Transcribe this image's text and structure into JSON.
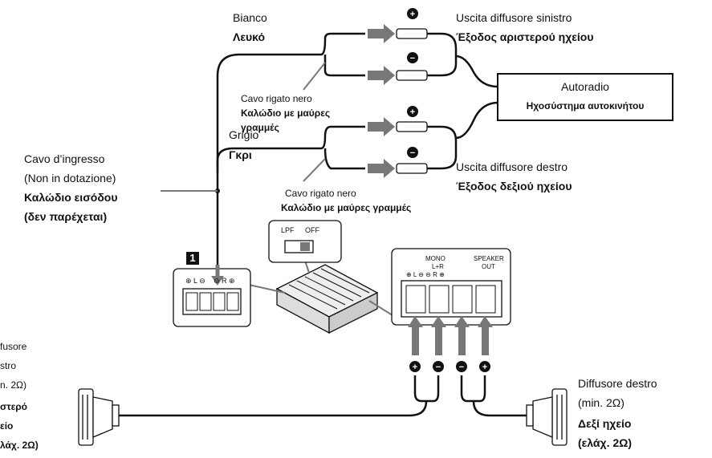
{
  "labels": {
    "white_it": "Bianco",
    "white_gr": "Λευκό",
    "grey_it": "Grigio",
    "grey_gr": "Γκρι",
    "left_out_it": "Uscita diffusore sinistro",
    "left_out_gr": "Έξοδος αριστερού ηχείου",
    "right_out_it": "Uscita diffusore destro",
    "right_out_gr": "Έξοδος δεξιού ηχείου",
    "autoradio_it": "Autoradio",
    "autoradio_gr": "Ηχοσύστημα αυτοκινήτου",
    "striped1_it": "Cavo rigato nero",
    "striped1_gr_1": "Καλώδιο με μαύρες",
    "striped1_gr_2": "γραμμές",
    "striped2_it": "Cavo rigato nero",
    "striped2_gr": "Καλώδιο με μαύρες γραμμές",
    "input_it_1": "Cavo d’ingresso",
    "input_it_2": "(Non in dotazione)",
    "input_gr_1": "Καλώδιο εισόδου",
    "input_gr_2": "(δεν παρέχεται)",
    "left_spk_it_1": "fusore",
    "left_spk_it_2": "stro",
    "left_spk_it_3": "n. 2Ω)",
    "left_spk_gr_1": "στερό",
    "left_spk_gr_2": "είο",
    "left_spk_gr_3": "λάχ. 2Ω)",
    "right_spk_it_1": "Diffusore destro",
    "right_spk_it_2": "(min. 2Ω)",
    "right_spk_gr_1": "Δεξί ηχείο",
    "right_spk_gr_2": "(ελάχ. 2Ω)"
  },
  "step_marker": "1",
  "switch": {
    "lpf": "LPF",
    "off": "OFF"
  },
  "input_terminal": {
    "plus_l": "⊕ L ⊖",
    "minus_r": "⊖ R ⊕"
  },
  "output_terminal": {
    "mono": "MONO",
    "lr": "L+R",
    "speaker": "SPEAKER",
    "out": "OUT",
    "row": "⊕ L ⊖  ⊖ R ⊕"
  },
  "polarity": {
    "plus": "+",
    "minus": "−"
  }
}
